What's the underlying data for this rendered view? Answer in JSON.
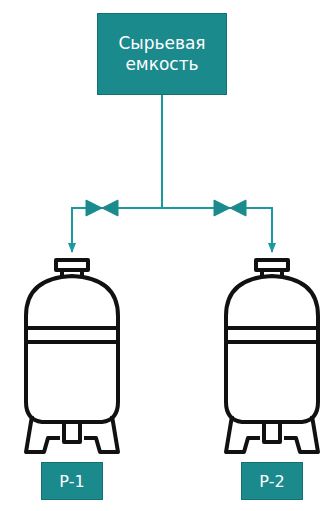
{
  "diagram": {
    "nodes": [
      {
        "text": [
          "Сырьевая емкость"
        ]
      },
      {
        "text": [
          "Р-1"
        ]
      },
      {
        "text": [
          "Р-2"
        ]
      }
    ],
    "edges": [
      {
        "from": 0,
        "to": 1,
        "arrow": "to"
      },
      {
        "from": 0,
        "to": 2,
        "arrow": "to"
      }
    ]
  }
}
